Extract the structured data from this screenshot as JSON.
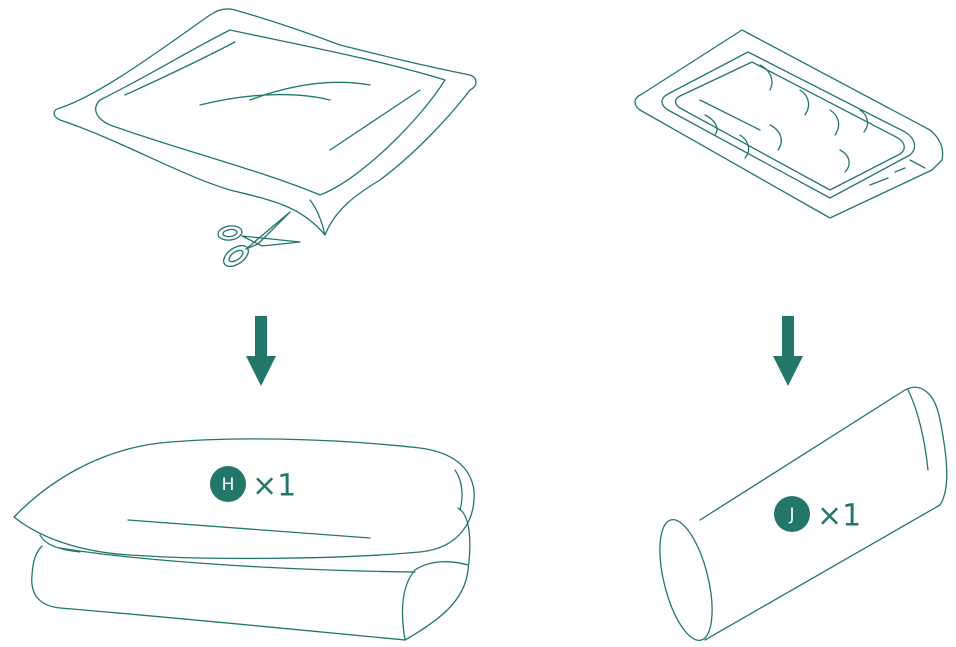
{
  "colors": {
    "line": "#23776a",
    "arrow": "#23776a",
    "badge": "#23776a",
    "background": "#ffffff"
  },
  "items": [
    {
      "name": "pillow",
      "badge_letter": "H",
      "quantity": "×1",
      "step_arrow_icon": "arrow-down-icon",
      "package_icon": "vacuum-bag-icon",
      "tool_icon": "scissors-icon"
    },
    {
      "name": "bolster",
      "badge_letter": "J",
      "quantity": "×1",
      "step_arrow_icon": "arrow-down-icon",
      "package_icon": "sealed-pack-icon"
    }
  ]
}
